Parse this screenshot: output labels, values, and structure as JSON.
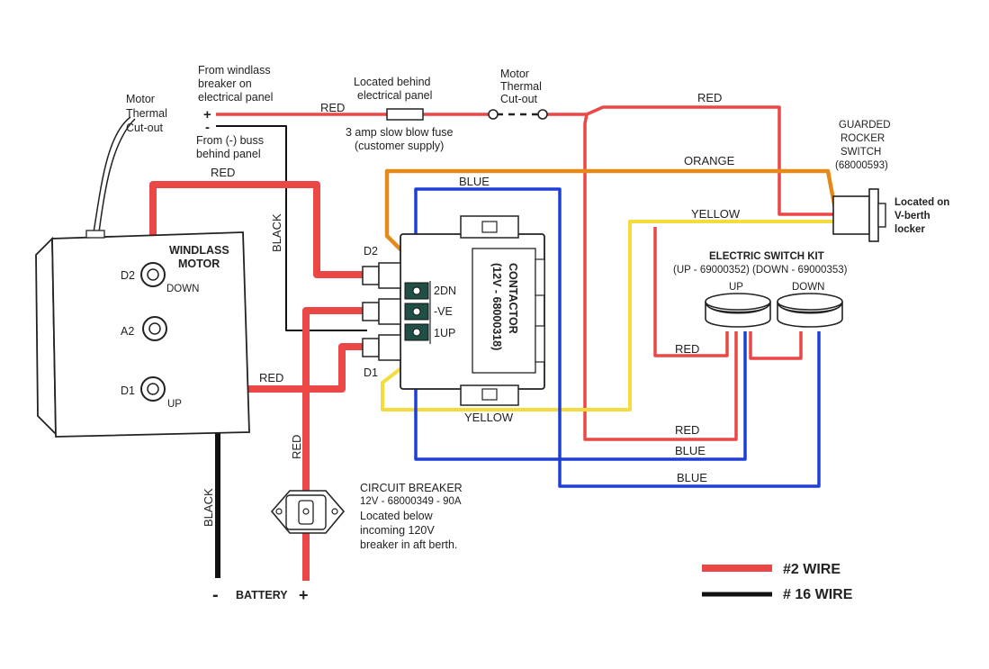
{
  "colors": {
    "red": "#ec4747",
    "black": "#111111",
    "blue": "#1e3fd6",
    "orange": "#e38a1a",
    "yellow": "#f5dc3c",
    "outline": "#222222"
  },
  "labels": {
    "motor_thermal_left": [
      "Motor",
      "Thermal",
      "Cut-out"
    ],
    "from_breaker": [
      "From windlass",
      "breaker on",
      "electrical panel"
    ],
    "plus_sign": "+",
    "minus_sign": "-",
    "from_buss": [
      "From (-) buss",
      "behind panel"
    ],
    "fuse_location": [
      "Located behind",
      "electrical panel"
    ],
    "fuse_desc": [
      "3 amp slow blow fuse",
      "(customer supply)"
    ],
    "motor_thermal_top": [
      "Motor",
      "Thermal",
      "Cut-out"
    ],
    "guarded_switch": [
      "GUARDED",
      "ROCKER",
      "SWITCH",
      "(68000593)"
    ],
    "switch_location": [
      "Located on",
      "V-berth",
      "locker"
    ],
    "switch_kit_title": "ELECTRIC SWITCH KIT",
    "switch_kit_parts": "(UP - 69000352) (DOWN - 69000353)",
    "up_label": "UP",
    "down_label": "DOWN",
    "windlass_motor": [
      "WINDLASS",
      "MOTOR"
    ],
    "motor_d2": "D2",
    "motor_down": "DOWN",
    "motor_a2": "A2",
    "motor_d1": "D1",
    "motor_up": "UP",
    "contactor_d2": "D2",
    "contactor_d1": "D1",
    "terminal_2dn": "2DN",
    "terminal_ve": "-VE",
    "terminal_1up": "1UP",
    "contactor_name": "CONTACTOR",
    "contactor_part": "(12V - 68000318)",
    "breaker_lines": [
      "CIRCUIT BREAKER",
      "12V - 68000349 - 90A",
      "Located below",
      "incoming 120V",
      "breaker in aft berth."
    ],
    "battery_minus": "-",
    "battery": "BATTERY",
    "battery_plus": "+",
    "legend_thick": "#2 WIRE",
    "legend_thin": "# 16 WIRE"
  },
  "wire_labels": {
    "red_fuse": "RED",
    "red_top_right": "RED",
    "orange": "ORANGE",
    "yellow_top": "YELLOW",
    "blue_top": "BLUE",
    "red_d2": "RED",
    "black_vertical": "BLACK",
    "red_d1": "RED",
    "red_breaker": "RED",
    "black_battery": "BLACK",
    "yellow_bottom": "YELLOW",
    "red_switch": "RED",
    "red_lower": "RED",
    "blue_middle": "BLUE",
    "blue_bottom": "BLUE"
  }
}
